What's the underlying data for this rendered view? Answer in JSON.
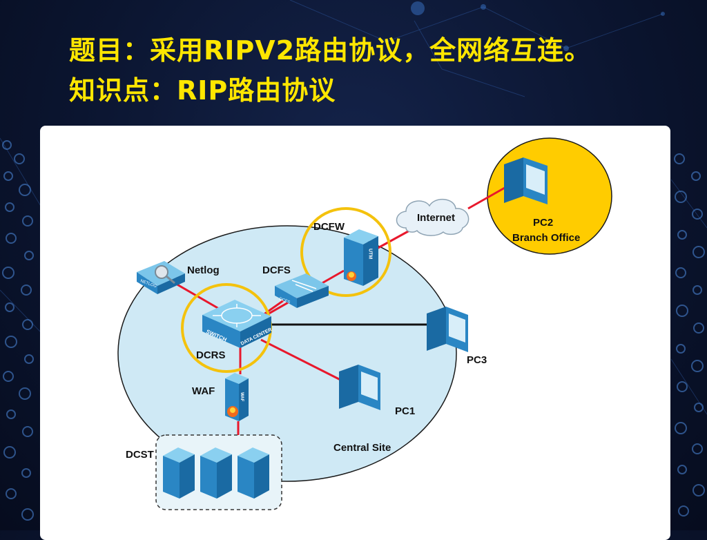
{
  "title": {
    "line1": "题目：采用RIPV2路由协议，全网络互连。",
    "line2": "知识点：RIP路由协议"
  },
  "diagram": {
    "nodes": {
      "dcfw": "DCFW",
      "internet": "Internet",
      "pc2": "PC2",
      "branch_office": "Branch Office",
      "netlog": "Netlog",
      "dcfs": "DCFS",
      "dcrs": "DCRS",
      "pc3": "PC3",
      "waf": "WAF",
      "pc1": "PC1",
      "central_site": "Central Site",
      "dcst": "DCST"
    },
    "device_marks": {
      "netlog_badge": "NETLOG",
      "dcfs_badge": "DCFS",
      "switch_badge": "SWITCH",
      "data_center_badge": "DATA CENTER",
      "utm_badge": "UTM",
      "waf_badge": "WAF"
    }
  },
  "colors": {
    "title": "#ffe600",
    "link_red": "#e8182c",
    "link_black": "#111111",
    "central_site_fill": "#cfe9f5",
    "branch_fill": "#ffcc00",
    "highlight_ring": "#f4c20d",
    "device_blue": "#2a86c4"
  },
  "icons": [
    "network-pattern",
    "netlog-icon",
    "switch-icon",
    "dcfs-icon",
    "firewall-icon",
    "cloud-icon",
    "pc-icon",
    "waf-icon",
    "server-icon"
  ]
}
